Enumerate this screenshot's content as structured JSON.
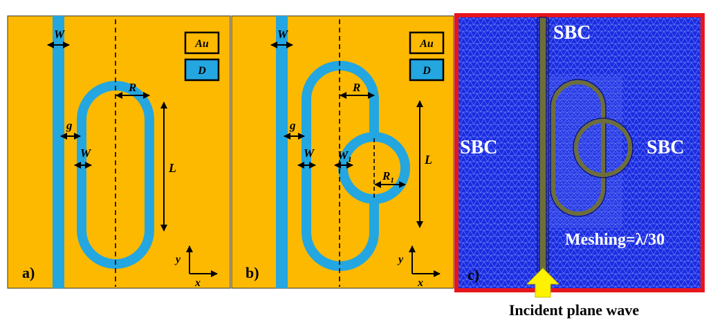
{
  "colors": {
    "gold": "#FDB900",
    "dielectric": "#24A6E0",
    "mesh_background": "#1A2BE0",
    "frame": "#E8141C",
    "arrow": "#FFF200"
  },
  "panel_a": {
    "tag": "a)",
    "legend_au": "Au",
    "legend_d": "D",
    "label_w_top": "W",
    "label_g": "g",
    "label_w_ring": "W",
    "label_r": "R",
    "label_l": "L",
    "axis_y": "y",
    "axis_x": "x"
  },
  "panel_b": {
    "tag": "b)",
    "legend_au": "Au",
    "legend_d": "D",
    "label_w_top": "W",
    "label_g": "g",
    "label_w_ring": "W",
    "label_w1_main": "W",
    "label_w1_sub": "1",
    "label_r": "R",
    "label_r1_main": "R",
    "label_r1_sub": "1",
    "label_l": "L",
    "axis_y": "y",
    "axis_x": "x"
  },
  "panel_c": {
    "tag": "c)",
    "sbc_top": "SBC",
    "sbc_left": "SBC",
    "sbc_right": "SBC",
    "meshing": "Meshing=λ/30",
    "caption": "Incident plane wave"
  }
}
